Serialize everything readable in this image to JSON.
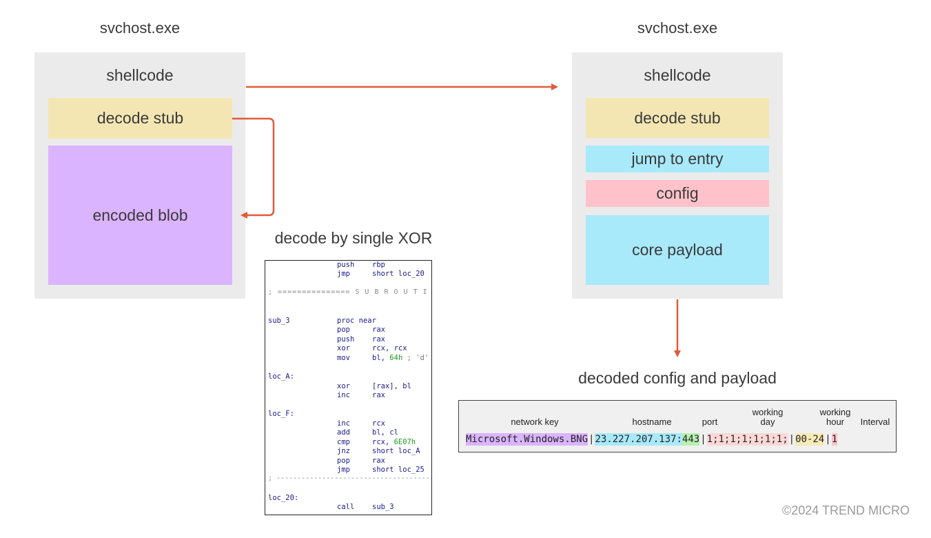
{
  "left": {
    "process_label": "svchost.exe",
    "shellcode_title": "shellcode",
    "decode_stub": "decode stub",
    "encoded_blob": "encoded blob"
  },
  "right": {
    "process_label": "svchost.exe",
    "shellcode_title": "shellcode",
    "decode_stub": "decode stub",
    "jump_to_entry": "jump to entry",
    "config": "config",
    "core_payload": "core payload"
  },
  "decode_caption": "decode by single XOR",
  "decoded_caption": "decoded config and payload",
  "code": {
    "lines": [
      {
        "label": "",
        "mnemonic": "push",
        "operand": "rbp"
      },
      {
        "label": "",
        "mnemonic": "jmp",
        "operand": "short loc_20"
      },
      {
        "label": "sub_3",
        "mnemonic": "proc near",
        "operand": ""
      },
      {
        "label": "",
        "mnemonic": "pop",
        "operand": "rax"
      },
      {
        "label": "",
        "mnemonic": "push",
        "operand": "rax"
      },
      {
        "label": "",
        "mnemonic": "xor",
        "operand": "rcx, rcx"
      },
      {
        "label": "",
        "mnemonic": "mov",
        "operand_pre": "bl, ",
        "operand_num": "64h",
        "operand_cmt": " ; 'd'"
      },
      {
        "label": "loc_A:",
        "mnemonic": "",
        "operand": ""
      },
      {
        "label": "",
        "mnemonic": "xor",
        "operand": "[rax], bl"
      },
      {
        "label": "",
        "mnemonic": "inc",
        "operand": "rax"
      },
      {
        "label": "loc_F:",
        "mnemonic": "",
        "operand": ""
      },
      {
        "label": "",
        "mnemonic": "inc",
        "operand": "rcx"
      },
      {
        "label": "",
        "mnemonic": "add",
        "operand": "bl, cl"
      },
      {
        "label": "",
        "mnemonic": "cmp",
        "operand_pre": "rcx, ",
        "operand_num": "6E07h"
      },
      {
        "label": "",
        "mnemonic": "jnz",
        "operand": "short loc_A"
      },
      {
        "label": "",
        "mnemonic": "pop",
        "operand": "rax"
      },
      {
        "label": "",
        "mnemonic": "jmp",
        "operand": "short loc_25"
      },
      {
        "label": "loc_20:",
        "mnemonic": "",
        "operand": ""
      },
      {
        "label": "",
        "mnemonic": "call",
        "operand": "sub_3"
      }
    ],
    "subroutine_sep": "; =============== S U B R O U T I N E",
    "dash_sep": "; ---------------------------------------------------"
  },
  "config_table": {
    "headers": {
      "network_key": "network key",
      "hostname": "hostname",
      "port": "port",
      "working_day_1": "working",
      "working_day_2": "day",
      "working_hour_1": "working",
      "working_hour_2": "hour",
      "interval": "Interval"
    },
    "values": {
      "network_key": "Microsoft.Windows.BNG",
      "hostname": "23.227.207.137",
      "port": "443",
      "working_day": "1;1;1;1;1;1;1;",
      "working_hour": "00-24",
      "interval": "1"
    },
    "separators": {
      "pipe": "|",
      "colon": ":"
    }
  },
  "footer": "©2024 TREND MICRO",
  "colors": {
    "decode_stub": "#f3e6b3",
    "encoded_blob": "#dbb4ff",
    "jump_to_entry": "#a8e9fa",
    "config": "#ffc2ca",
    "core_payload": "#a8e9fa",
    "arrow": "#e05a3a",
    "key_hl": "#dbb4ff",
    "host_hl": "#a8e9fa",
    "port_hl": "#b8f0b0",
    "day_hl": "#ffd8d8",
    "hour_hl": "#f6eab6",
    "interval_hl": "#ffc2ca"
  }
}
